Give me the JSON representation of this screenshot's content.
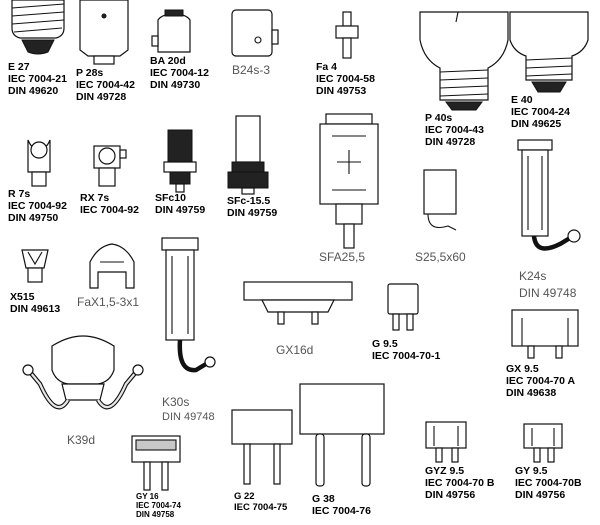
{
  "labels": {
    "e27": [
      "E 27",
      "IEC 7004-21",
      "DIN 49620"
    ],
    "p28s": [
      "P 28s",
      "IEC 7004-42",
      "DIN 49728"
    ],
    "ba20d": [
      "BA 20d",
      "IEC 7004-12",
      "DIN 49730"
    ],
    "b24s3": [
      "B24s-3"
    ],
    "fa4": [
      "Fa 4",
      "IEC 7004-58",
      "DIN 49753"
    ],
    "p40s": [
      "P 40s",
      "IEC 7004-43",
      "DIN 49728"
    ],
    "e40": [
      "E 40",
      "IEC 7004-24",
      "DIN 49625"
    ],
    "r7s": [
      "R 7s",
      "IEC 7004-92",
      "DIN 49750"
    ],
    "rx7s": [
      "RX 7s",
      "IEC 7004-92"
    ],
    "sfc10": [
      "SFc10",
      "DIN 49759"
    ],
    "sfc155": [
      "SFc-15.5",
      "DIN 49759"
    ],
    "sfa255": [
      "SFA25,5"
    ],
    "s255x60": [
      "S25,5x60"
    ],
    "k24s": [
      "K24s",
      "DIN 49748"
    ],
    "x515": [
      "X515",
      "DIN 49613"
    ],
    "fax": [
      "FaX1,5-3x1"
    ],
    "gx16d": [
      "GX16d"
    ],
    "g95": [
      "G 9.5",
      "IEC 7004-70-1"
    ],
    "gx95": [
      "GX 9.5",
      "IEC 7004-70 A",
      "DIN 49638"
    ],
    "k30s": [
      "K30s",
      "DIN 49748"
    ],
    "k39d": [
      "K39d"
    ],
    "gy16": [
      "GY 16",
      "IEC 7004-74",
      "DIN 49758"
    ],
    "g22": [
      "G 22",
      "IEC 7004-75"
    ],
    "g38": [
      "G 38",
      "IEC 7004-76"
    ],
    "gyz95": [
      "GYZ 9.5",
      "IEC 7004-70 B",
      "DIN 49756"
    ],
    "gy95": [
      "GY 9.5",
      "IEC 7004-70B",
      "DIN 49756"
    ]
  },
  "colors": {
    "line": "#111111",
    "dark": "#222222",
    "normal_text": "#555555"
  }
}
